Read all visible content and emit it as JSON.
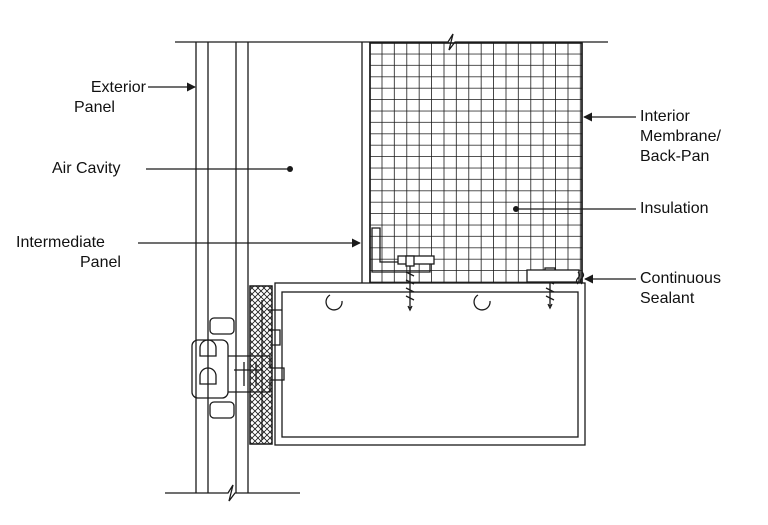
{
  "colors": {
    "line": "#1a1a1a",
    "background": "#ffffff"
  },
  "labels": {
    "exterior_panel": [
      "Exterior",
      "Panel"
    ],
    "air_cavity": "Air Cavity",
    "intermediate_panel": [
      "Intermediate",
      "Panel"
    ],
    "interior_membrane": [
      "Interior",
      "Membrane/",
      "Back-Pan"
    ],
    "insulation": "Insulation",
    "continuous_sealant": [
      "Continuous",
      "Sealant"
    ]
  }
}
